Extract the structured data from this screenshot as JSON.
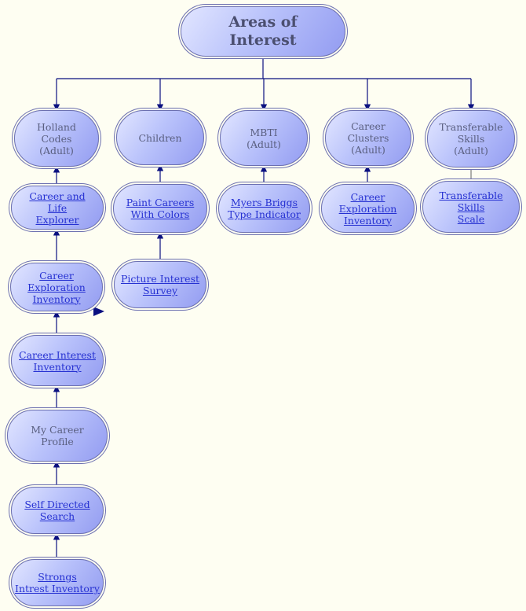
{
  "root": {
    "label": "Areas of\nInterest"
  },
  "categories": [
    {
      "key": "holland",
      "label": "Holland\nCodes\n(Adult)"
    },
    {
      "key": "children",
      "label": "Children"
    },
    {
      "key": "mbti",
      "label": "MBTI\n(Adult)"
    },
    {
      "key": "clusters",
      "label": "Career\nClusters\n(Adult)"
    },
    {
      "key": "skills",
      "label": "Transferable\nSkills\n(Adult)"
    }
  ],
  "holland_items": [
    {
      "label": "Career and\nLife\nExplorer",
      "link": true
    },
    {
      "label": "Career Exploration\nInventory",
      "link": true
    },
    {
      "label": "Career Interest\nInventory",
      "link": true
    },
    {
      "label": "My Career\nProfile",
      "link": false
    },
    {
      "label": "Self Directed\nSearch",
      "link": true
    },
    {
      "label": "Strongs\nIntrest Inventory",
      "link": true
    }
  ],
  "children_items": [
    {
      "label": "Paint Careers\nWith Colors",
      "link": true
    },
    {
      "label": "Picture Interest\nSurvey",
      "link": true
    }
  ],
  "mbti_items": [
    {
      "label": "Myers Briggs\nType Indicator",
      "link": true
    }
  ],
  "clusters_items": [
    {
      "label": "Career Exploration\nInventory",
      "link": true
    }
  ],
  "skills_items": [
    {
      "label": "Transferable\nSkills\nScale",
      "link": true
    }
  ],
  "colors": {
    "connector": "#0a1080",
    "node_border": "#6c70b0",
    "link_text": "#2631d2",
    "plain_text": "#5a5f80"
  }
}
